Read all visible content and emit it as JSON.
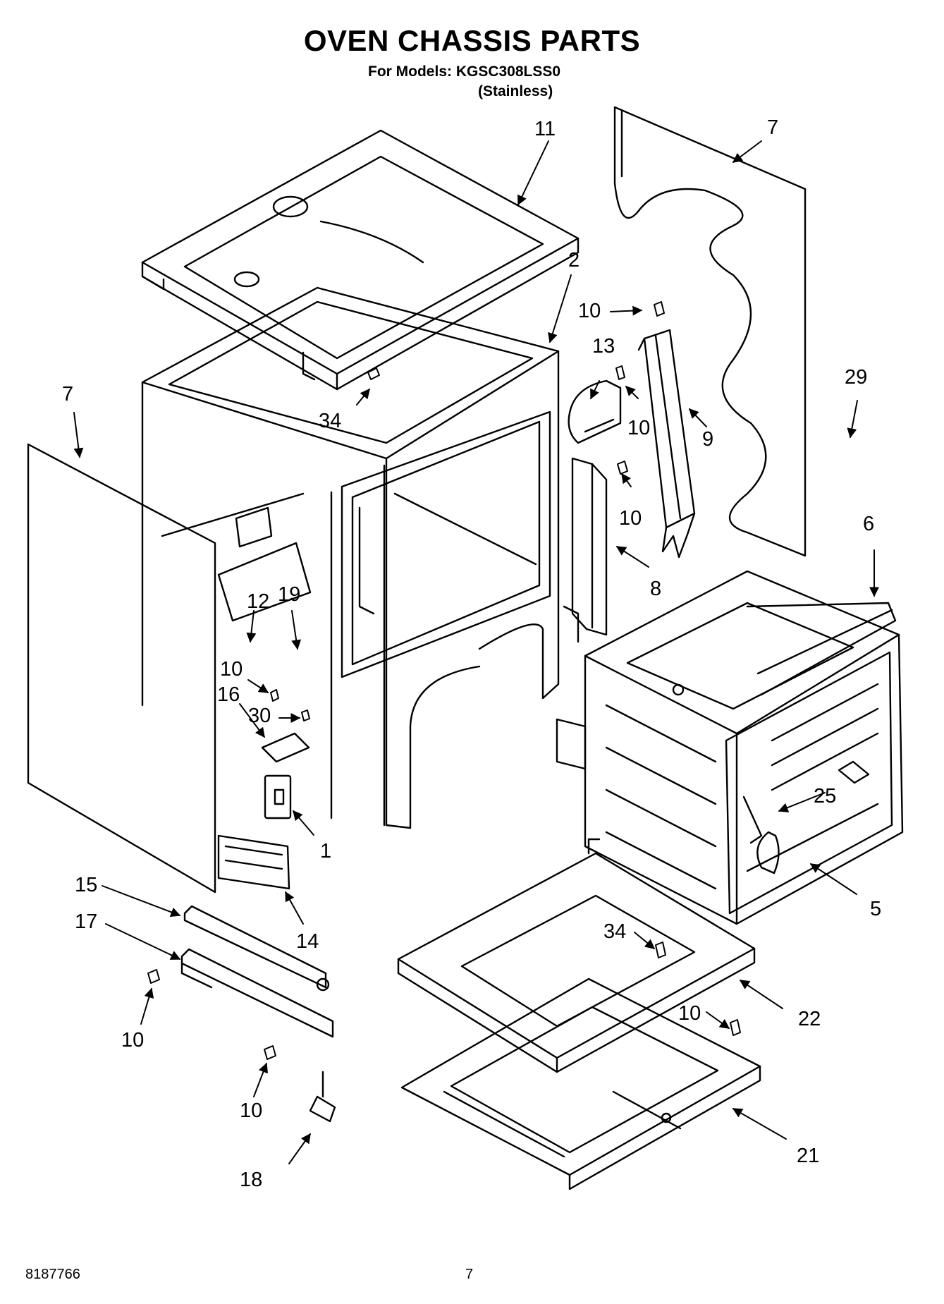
{
  "title": "OVEN CHASSIS PARTS",
  "models_line": "For Models: KGSC308LSS0",
  "variant": "(Stainless)",
  "footer": {
    "doc_number": "8187766",
    "page_number": "7"
  },
  "callouts": [
    {
      "id": "c11",
      "label": "11"
    },
    {
      "id": "c7a",
      "label": "7"
    },
    {
      "id": "c2",
      "label": "2"
    },
    {
      "id": "c10a",
      "label": "10"
    },
    {
      "id": "c13",
      "label": "13"
    },
    {
      "id": "c29",
      "label": "29"
    },
    {
      "id": "c34a",
      "label": "34"
    },
    {
      "id": "c7b",
      "label": "7"
    },
    {
      "id": "c10b",
      "label": "10"
    },
    {
      "id": "c9",
      "label": "9"
    },
    {
      "id": "c10c",
      "label": "10"
    },
    {
      "id": "c6",
      "label": "6"
    },
    {
      "id": "c8",
      "label": "8"
    },
    {
      "id": "c12",
      "label": "12"
    },
    {
      "id": "c19",
      "label": "19"
    },
    {
      "id": "c10d",
      "label": "10"
    },
    {
      "id": "c16",
      "label": "16"
    },
    {
      "id": "c30",
      "label": "30"
    },
    {
      "id": "c25",
      "label": "25"
    },
    {
      "id": "c1",
      "label": "1"
    },
    {
      "id": "c15",
      "label": "15"
    },
    {
      "id": "c5",
      "label": "5"
    },
    {
      "id": "c17",
      "label": "17"
    },
    {
      "id": "c14",
      "label": "14"
    },
    {
      "id": "c34b",
      "label": "34"
    },
    {
      "id": "c10e",
      "label": "10"
    },
    {
      "id": "c22",
      "label": "22"
    },
    {
      "id": "c10f",
      "label": "10"
    },
    {
      "id": "c10g",
      "label": "10"
    },
    {
      "id": "c18",
      "label": "18"
    },
    {
      "id": "c21",
      "label": "21"
    }
  ]
}
